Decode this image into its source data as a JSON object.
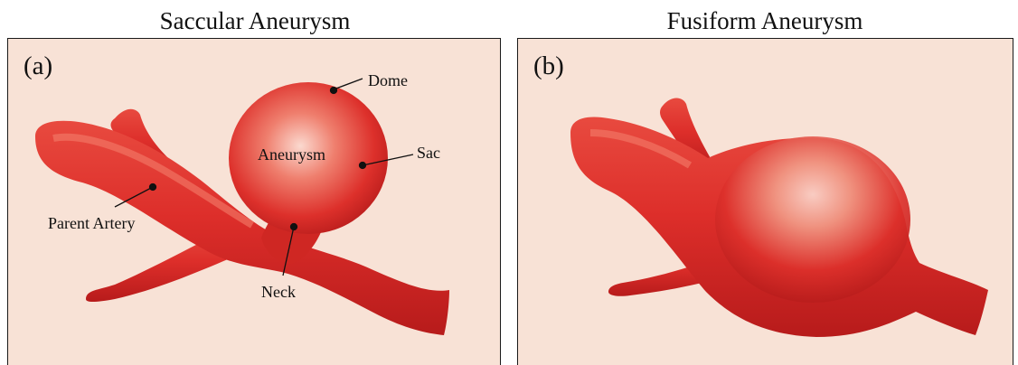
{
  "panels": {
    "saccular": {
      "title": "Saccular Aneurysm",
      "letter": "(a)",
      "labels": {
        "dome": "Dome",
        "aneurysm": "Aneurysm",
        "sac": "Sac",
        "parent_artery": "Parent Artery",
        "neck": "Neck"
      }
    },
    "fusiform": {
      "title": "Fusiform Aneurysm",
      "letter": "(b)"
    }
  },
  "colors": {
    "background": "#f8e2d6",
    "artery": "#dd2e2a",
    "artery_dark": "#b71b1b",
    "highlight": "#fbd9cf",
    "border": "#1a1a1a"
  }
}
